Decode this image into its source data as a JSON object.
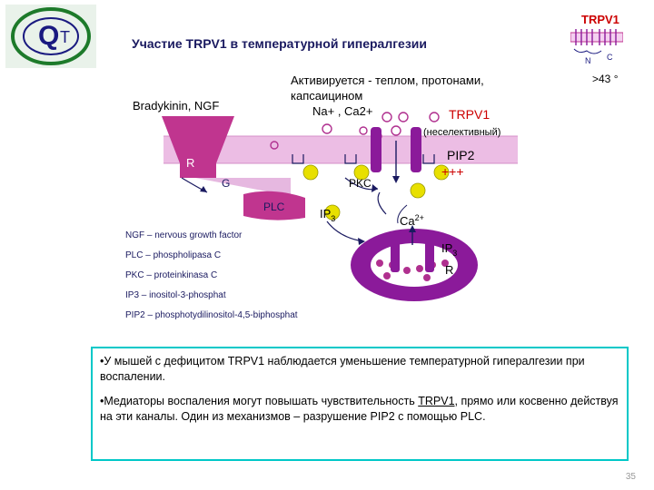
{
  "header": {
    "title": "Участие TRPV1 в температурной гипералгезии",
    "topright": "TRPV1",
    "temp": ">43 °",
    "struct_n": "N",
    "struct_c": "C",
    "logo_letters": "Q T"
  },
  "diagram": {
    "activator_line1": "Активируется - теплом, протонами,",
    "activator_line2": "капсаицином",
    "ions": "Na+ , Ca2+",
    "stimuli": "Bradykinin, NGF",
    "trpv1": "TRPV1",
    "nonselective": "(неселективный)",
    "pip2": "PIP2",
    "plus": "+++",
    "receptor": "R",
    "gprotein": "G",
    "plc": "PLC",
    "pkc": "PKC",
    "ip3": "IP",
    "ip3_sub": "3",
    "ca": "Ca",
    "ca_sup": "2+",
    "ip3r": "IP",
    "ip3r_sub": "3",
    "ip3r_r": "R"
  },
  "legend": [
    "NGF – nervous growth factor",
    "PLC – phospholipasa C",
    "PKC – proteinkinasa C",
    "IP3 – inositol-3-phosphat",
    "PIP2 – phosphotydilinositol-4,5-biphosphat"
  ],
  "notes": {
    "p1": "•У мышей с дефицитом TRPV1 наблюдается уменьшение температурной гипералгезии при воспалении.",
    "p2_a": "•Медиаторы воспаления могут повышать чувствительность ",
    "p2_u": "TRPV1",
    "p2_b": ", прямо или косвенно действуя на эти каналы. Один из механизмов – разрушение PIP2 с помощью PLC."
  },
  "page_number": "35",
  "colors": {
    "membrane": "#e8b0e0",
    "receptor": "#c0358f",
    "channel": "#8b1a9a",
    "dots": "#b0308f",
    "yellow": "#e8e000",
    "text_blue": "#1a1a60",
    "box": "#00c8c8"
  }
}
